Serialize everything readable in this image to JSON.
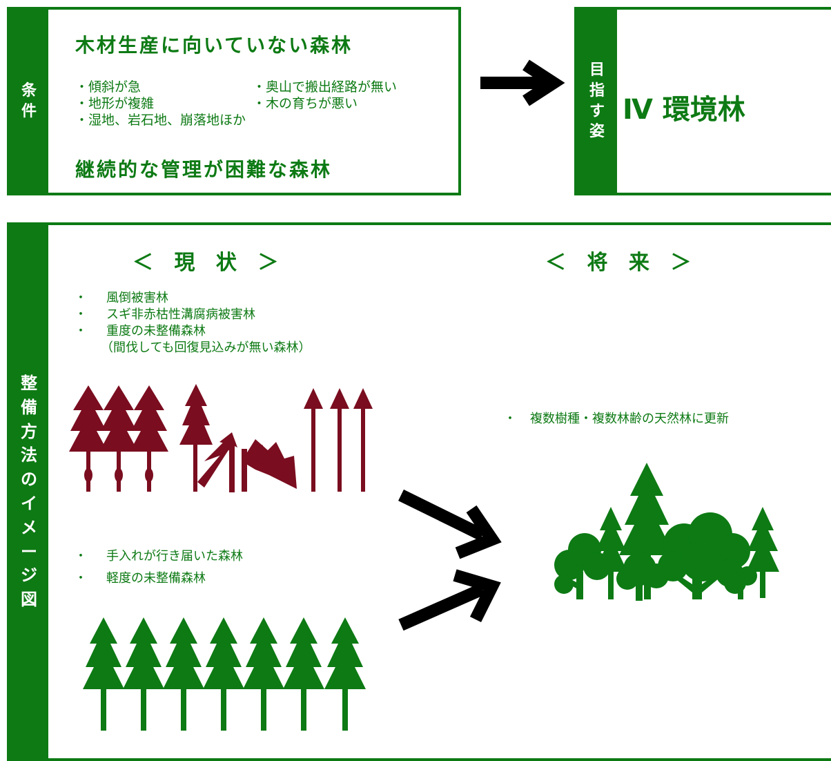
{
  "conditions": {
    "label": [
      "条",
      "件"
    ],
    "heading1": "木材生産に向いていない森林",
    "items_left": [
      "・傾斜が急",
      "・地形が複雑",
      "・湿地、岩石地、崩落地ほか"
    ],
    "items_right": [
      "・奥山で搬出経路が無い",
      "・木の育ちが悪い"
    ],
    "heading2": "継続的な管理が困難な森林"
  },
  "goal": {
    "label": [
      "目",
      "指",
      "す",
      "姿"
    ],
    "value": "Ⅳ 環境林"
  },
  "method": {
    "label": [
      "整",
      "備",
      "方",
      "法",
      "の",
      "イ",
      "メ",
      "ー",
      "ジ",
      "図"
    ],
    "current_title": "＜ 現 状 ＞",
    "future_title": "＜ 将 来 ＞",
    "current_damaged": [
      "風倒被害林",
      "スギ非赤枯性溝腐病被害林",
      "重度の未整備森林",
      "（間伐しても回復見込みが無い森林）"
    ],
    "current_managed": [
      "手入れが行き届いた森林",
      "軽度の未整備森林"
    ],
    "future_item": "複数樹種・複数林齢の天然林に更新"
  },
  "colors": {
    "green": "#0d7a14",
    "damaged": "#7a0d1f",
    "arrow": "#000000"
  }
}
